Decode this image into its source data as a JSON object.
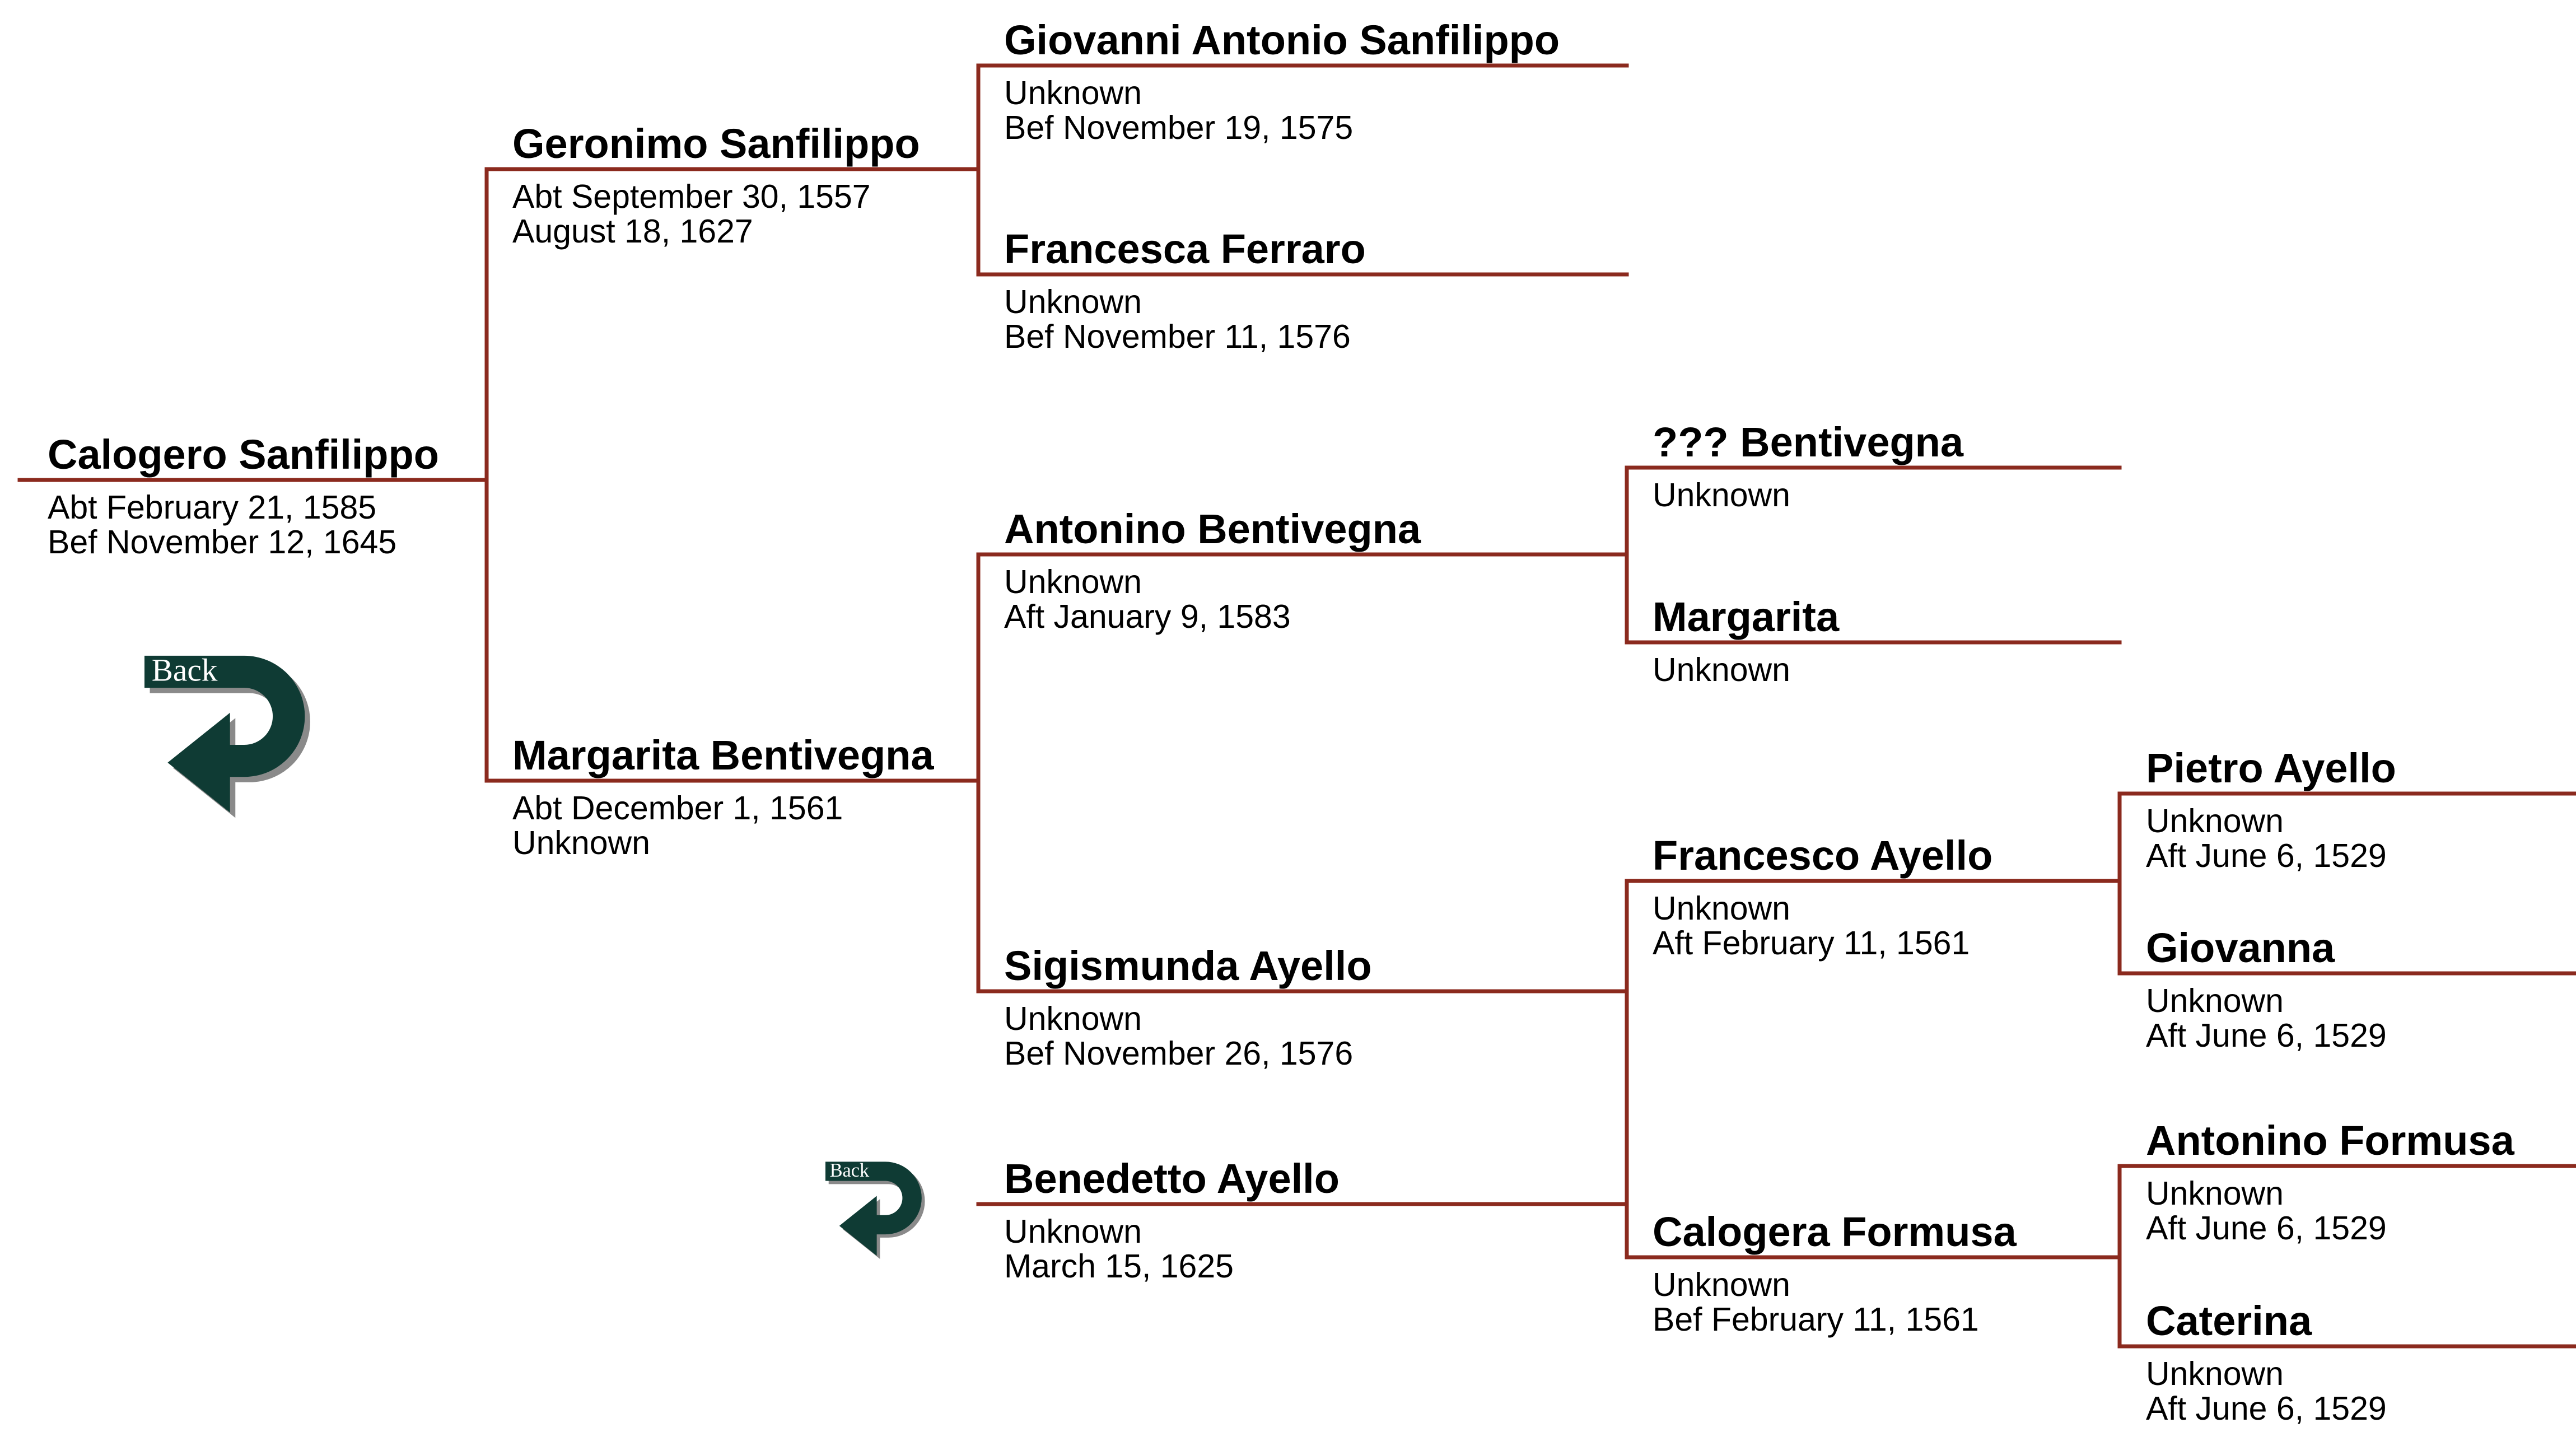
{
  "line_color": "#8B2A1E",
  "back_button": {
    "label": "Back",
    "color": "#0F3B34"
  },
  "people": {
    "calogero_sanfilippo": {
      "name": "Calogero Sanfilippo",
      "line1": "Abt February 21, 1585",
      "line2": "Bef November 12, 1645"
    },
    "geronimo_sanfilippo": {
      "name": "Geronimo Sanfilippo",
      "line1": "Abt September 30, 1557",
      "line2": "August 18, 1627"
    },
    "margarita_bentivegna": {
      "name": "Margarita Bentivegna",
      "line1": "Abt December 1, 1561",
      "line2": "Unknown"
    },
    "giovanni_antonio_sanfilippo": {
      "name": "Giovanni Antonio Sanfilippo",
      "line1": "Unknown",
      "line2": "Bef November 19, 1575"
    },
    "francesca_ferraro": {
      "name": "Francesca Ferraro",
      "line1": "Unknown",
      "line2": "Bef November 11, 1576"
    },
    "antonino_bentivegna": {
      "name": "Antonino Bentivegna",
      "line1": "Unknown",
      "line2": "Aft January 9, 1583"
    },
    "sigismunda_ayello": {
      "name": "Sigismunda Ayello",
      "line1": "Unknown",
      "line2": "Bef November 26, 1576"
    },
    "benedetto_ayello": {
      "name": "Benedetto Ayello",
      "line1": "Unknown",
      "line2": "March 15, 1625"
    },
    "unknown_bentivegna": {
      "name": "??? Bentivegna",
      "line1": "Unknown",
      "line2": ""
    },
    "margarita": {
      "name": "Margarita",
      "line1": "Unknown",
      "line2": ""
    },
    "francesco_ayello": {
      "name": "Francesco Ayello",
      "line1": "Unknown",
      "line2": "Aft February 11, 1561"
    },
    "calogera_formusa": {
      "name": "Calogera Formusa",
      "line1": "Unknown",
      "line2": "Bef February 11, 1561"
    },
    "pietro_ayello": {
      "name": "Pietro Ayello",
      "line1": "Unknown",
      "line2": "Aft June 6, 1529"
    },
    "giovanna": {
      "name": "Giovanna",
      "line1": "Unknown",
      "line2": "Aft June 6, 1529"
    },
    "antonino_formusa": {
      "name": "Antonino Formusa",
      "line1": "Unknown",
      "line2": "Aft June 6, 1529"
    },
    "caterina": {
      "name": "Caterina",
      "line1": "Unknown",
      "line2": "Aft June 6, 1529"
    }
  }
}
